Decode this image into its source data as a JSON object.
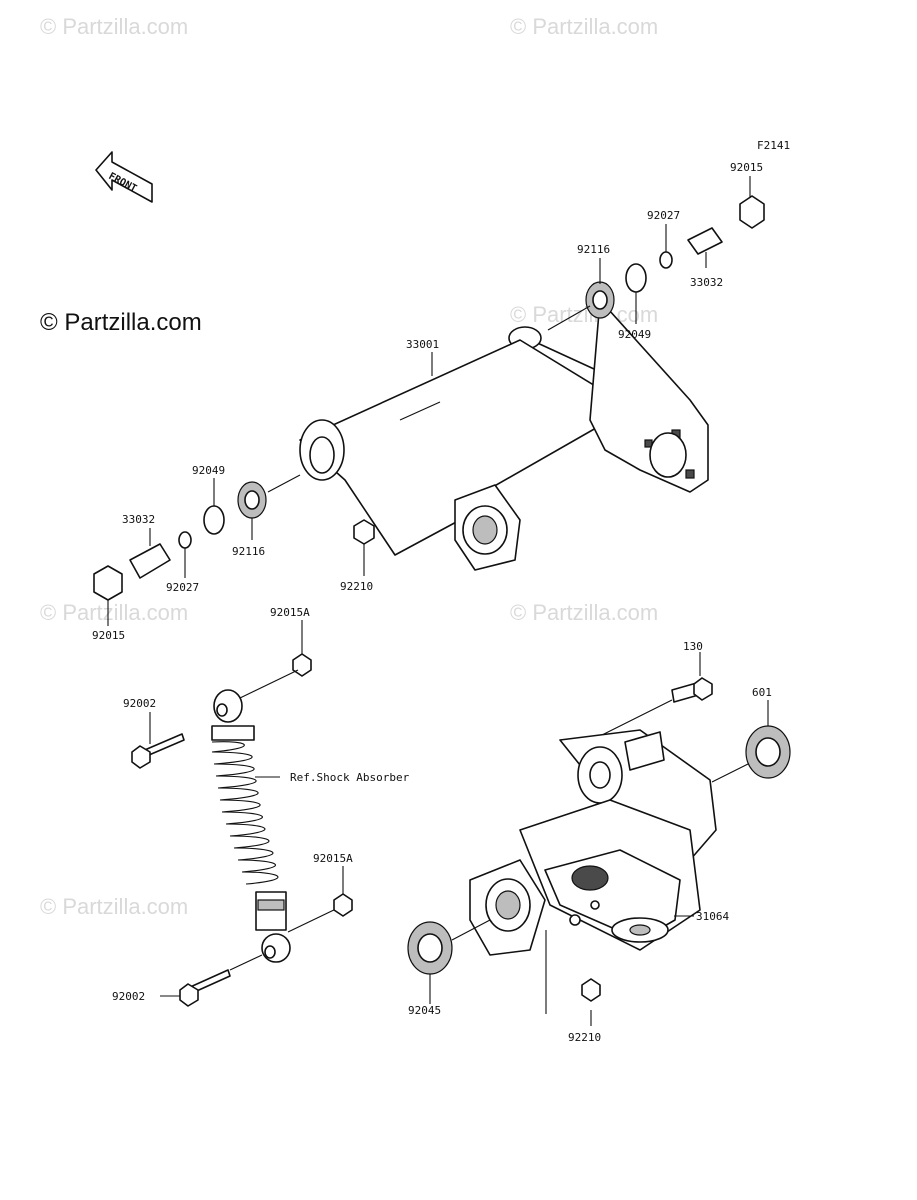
{
  "figure_code": "F2141",
  "brand": "© Partzilla.com",
  "watermark": "© Partzilla.com",
  "front_arrow_label": "FRONT",
  "ref_label": "Ref.Shock Absorber",
  "parts": {
    "p92015_top": "92015",
    "p92027_top": "92027",
    "p92116_top": "92116",
    "p33032_top": "33032",
    "p92049_top": "92049",
    "p33001": "33001",
    "p92049_left": "92049",
    "p33032_left": "33032",
    "p92116_left": "92116",
    "p92027_left": "92027",
    "p92210_mid": "92210",
    "p92015_left": "92015",
    "p92015A_top": "92015A",
    "p92002_top": "92002",
    "p130": "130",
    "p601": "601",
    "p92015A_low": "92015A",
    "p31064": "31064",
    "p92002_low": "92002",
    "p92045": "92045",
    "p92210_low": "92210"
  }
}
